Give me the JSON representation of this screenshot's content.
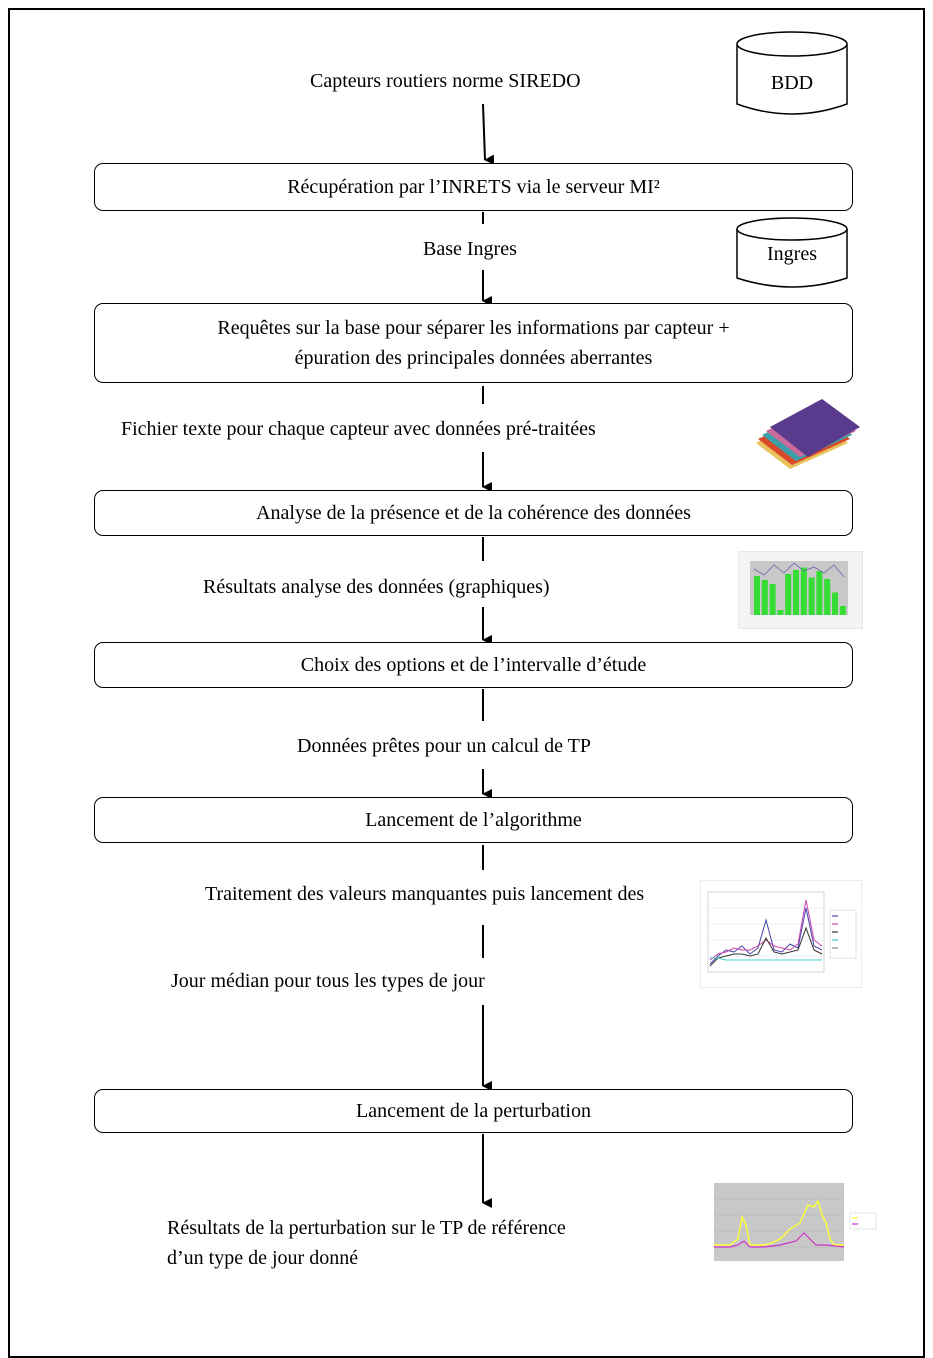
{
  "flow": {
    "source_label": "Capteurs routiers norme SIREDO",
    "db1_label": "BDD",
    "step1": "Récupération par l’INRETS via le serveur MI²",
    "base_label": "Base Ingres",
    "db2_label": "Ingres",
    "step2_line1": "Requêtes sur la base pour séparer les informations par capteur +",
    "step2_line2": "épuration des principales données aberrantes",
    "files_label": "Fichier texte pour chaque capteur avec données pré-traitées",
    "step3": "Analyse de la présence et de la cohérence des données",
    "results_label": "Résultats analyse des données (graphiques)",
    "step4": "Choix des options et de l’intervalle d’étude",
    "ready_label": "Données prêtes pour un calcul de TP",
    "step5": "Lancement de l’algorithme",
    "missing_label": "Traitement des valeurs manquantes puis lancement des",
    "median_label": "Jour médian pour tous les types de jour",
    "step6": "Lancement de la perturbation",
    "final_line1": "Résultats de la perturbation sur le TP de référence",
    "final_line2": "d’un type de jour donné"
  },
  "thumb_bar_values": [
    78,
    70,
    62,
    10,
    82,
    90,
    95,
    75,
    88,
    72,
    45,
    18
  ],
  "colors": {
    "bar": "#33dd33",
    "border": "#000000"
  }
}
